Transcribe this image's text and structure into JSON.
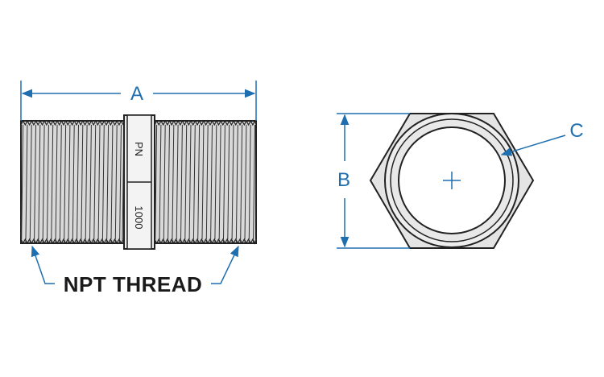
{
  "colors": {
    "dimension": "#1f6fb0",
    "outline": "#222222",
    "thread_fill": "#d9d9d9",
    "body_fill": "#e4e4e4",
    "background": "#ffffff"
  },
  "labels": {
    "dim_a": "A",
    "dim_b": "B",
    "dim_c": "C",
    "thread_callout": "NPT THREAD",
    "stamp_top": "PN",
    "stamp_bottom": "1000"
  }
}
